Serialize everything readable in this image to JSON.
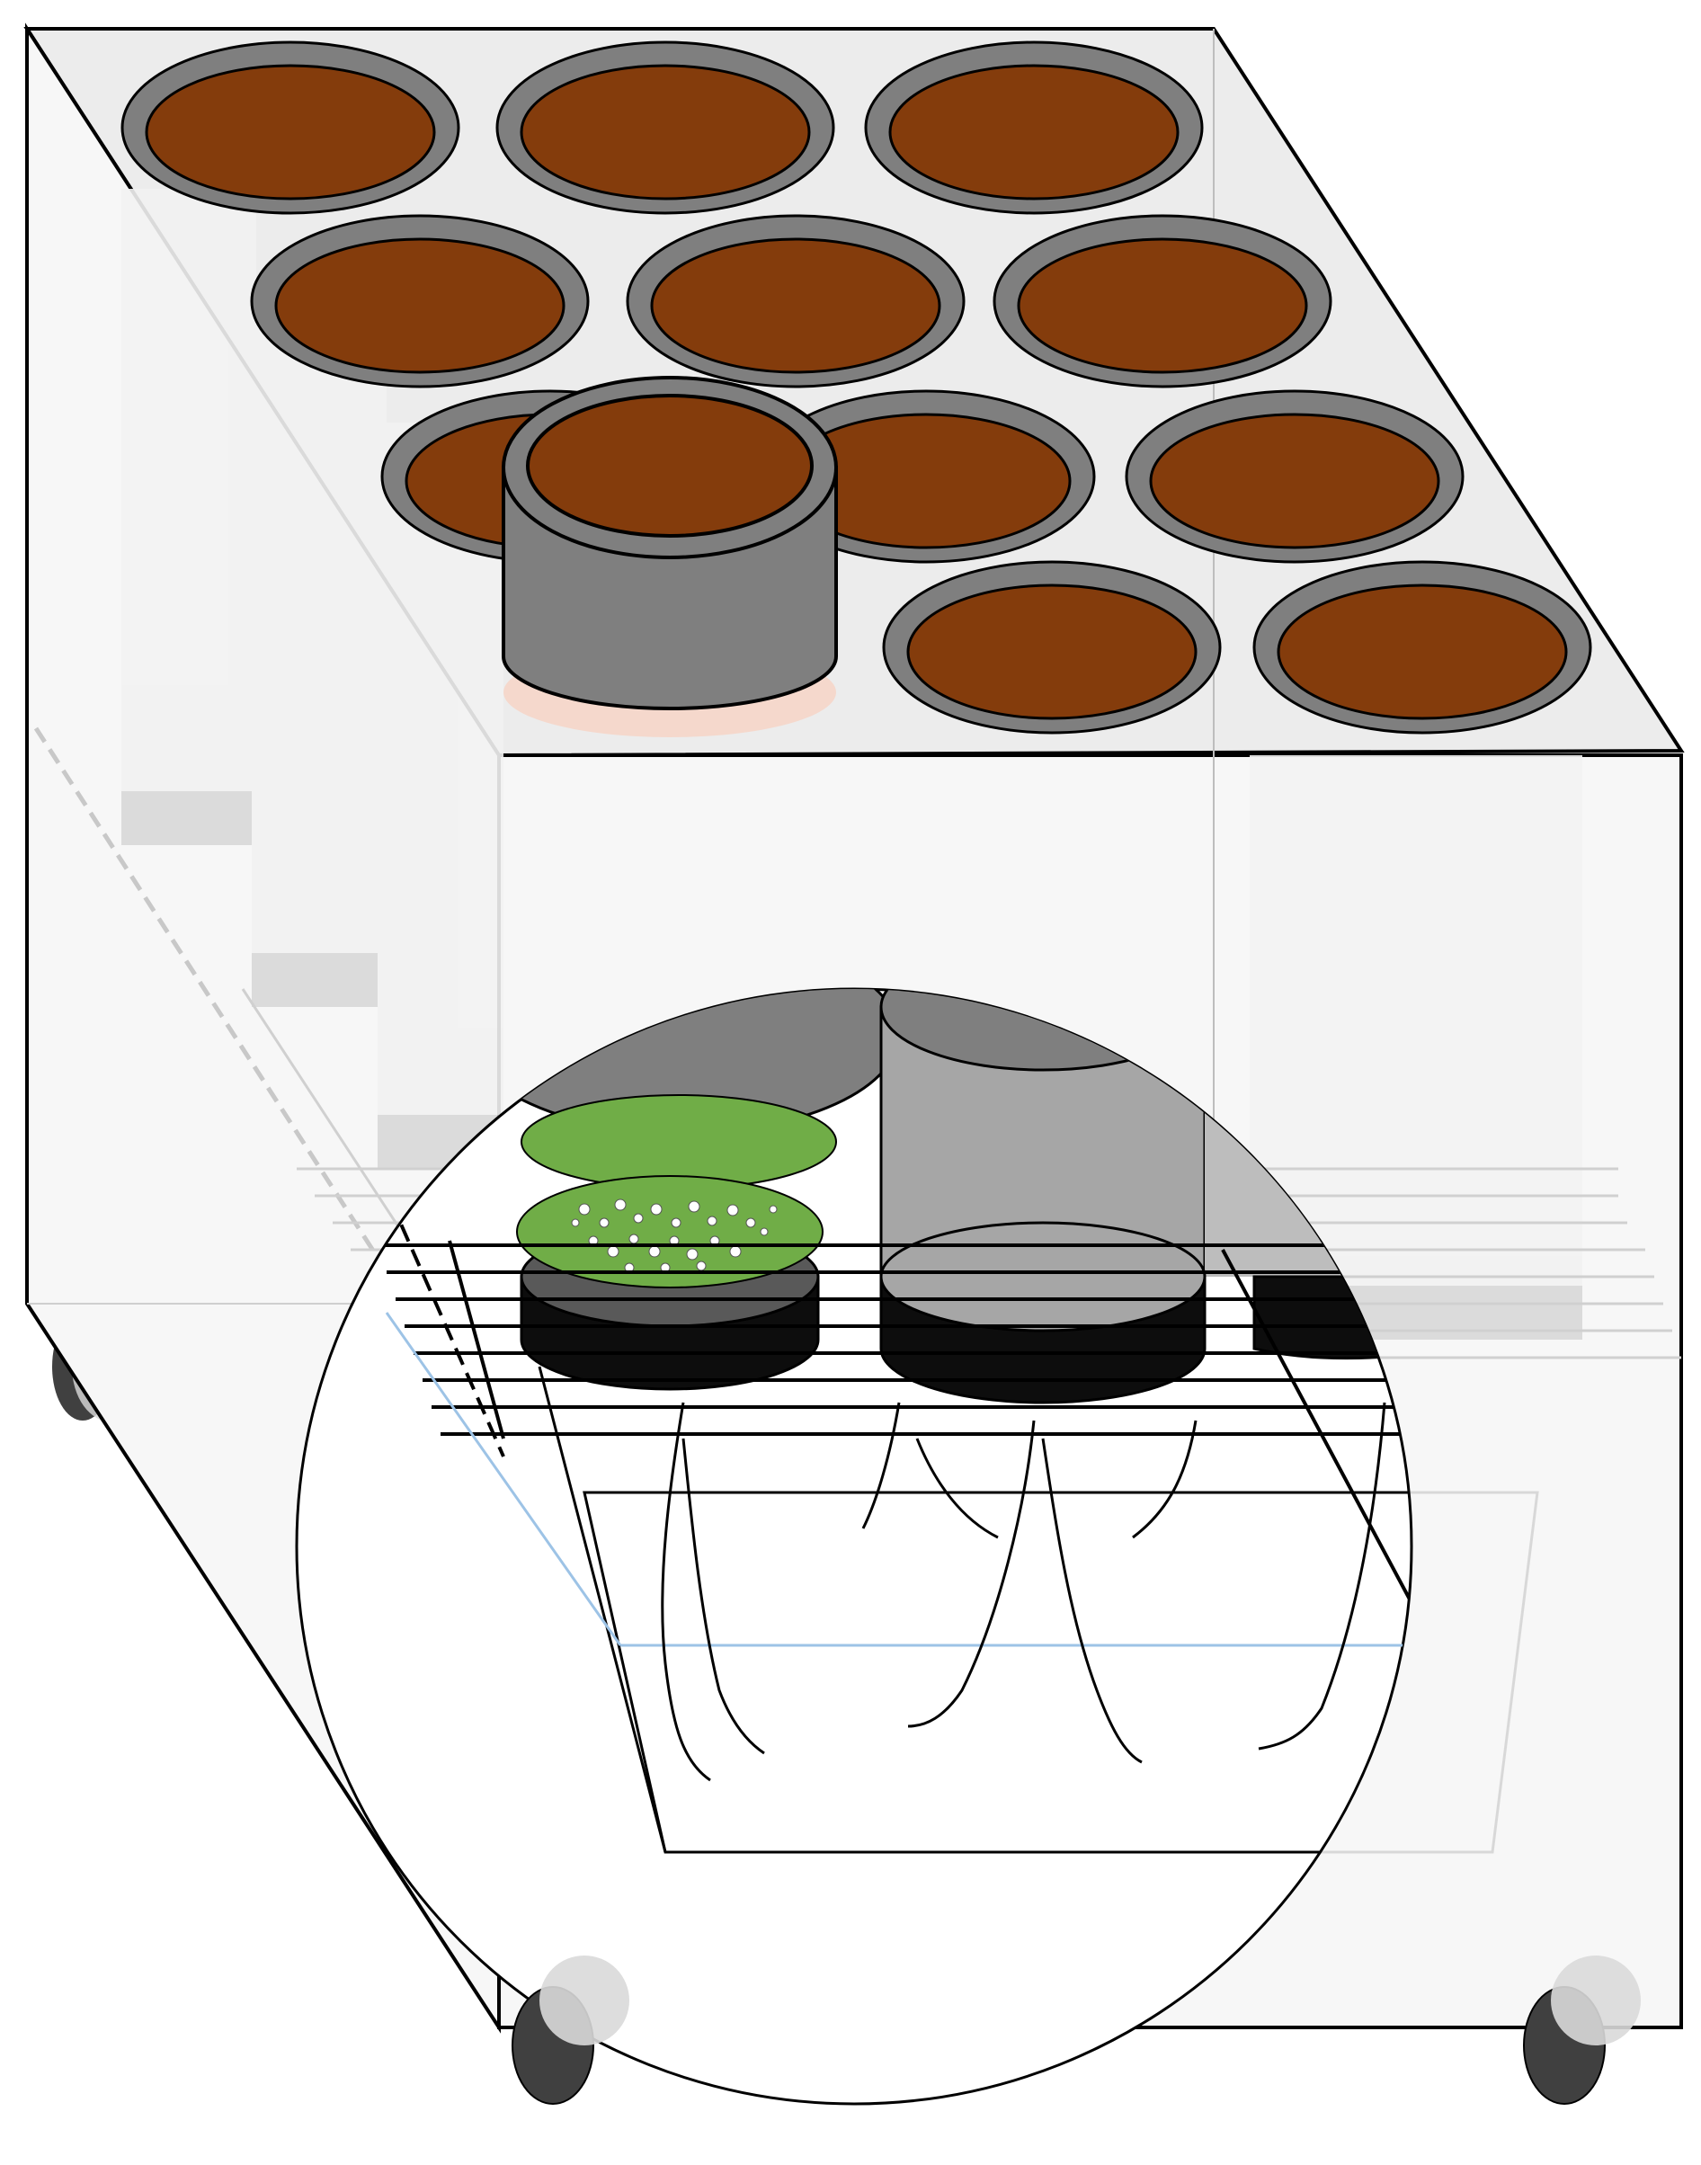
{
  "figure": {
    "text": "",
    "colors": {
      "background": "#ffffff",
      "cabinet_top": "#ececec",
      "cabinet_face": "#f7f7f7",
      "pot_rim": "#7f7f7f",
      "soil": "#843c0c",
      "pot_body": "#7f7f7f",
      "pot_body_inset": "#a6a6a6",
      "mesh_disc": "#70ad47",
      "dark_base": "#0d0d0d",
      "wheel": "#404040",
      "wheel_ghost": "#d9d9d9",
      "water_line": "#9dc3e6"
    },
    "parts": [
      "cabinet",
      "pot-grid-3x4",
      "raised-pot",
      "magnified-inset",
      "mesh-disc",
      "seeds",
      "wire-rack",
      "root-strands",
      "collection-tray",
      "wheels"
    ]
  }
}
